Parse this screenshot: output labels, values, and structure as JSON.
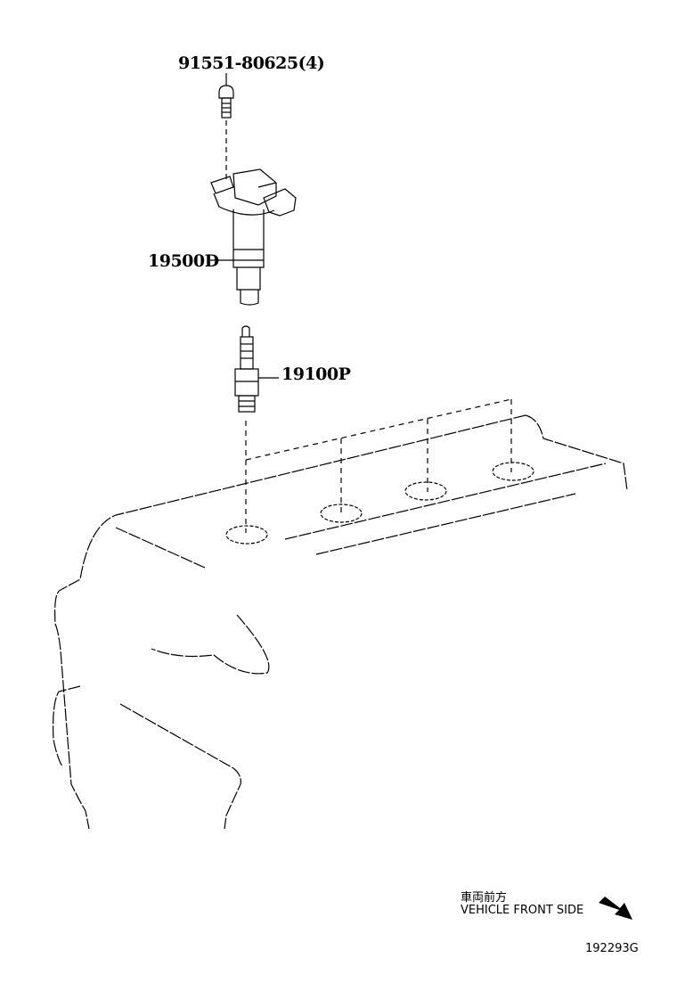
{
  "diagram": {
    "type": "exploded parts diagram",
    "subject": "Ignition coil and spark plug installation on engine cylinder head cover",
    "parts": [
      {
        "part_number": "91551-80625",
        "quantity": "(4)",
        "label": "91551-80625(4)",
        "depicts": "bolt"
      },
      {
        "part_number": "19500D",
        "label": "19500D",
        "depicts": "ignition coil"
      },
      {
        "part_number": "19100P",
        "label": "19100P",
        "depicts": "spark plug"
      }
    ],
    "cylinder_holes": 4,
    "legend": {
      "japanese": "車両前方",
      "english": "VEHICLE FRONT SIDE",
      "arrow_direction": "down-right"
    },
    "figure_id": "192293G"
  }
}
